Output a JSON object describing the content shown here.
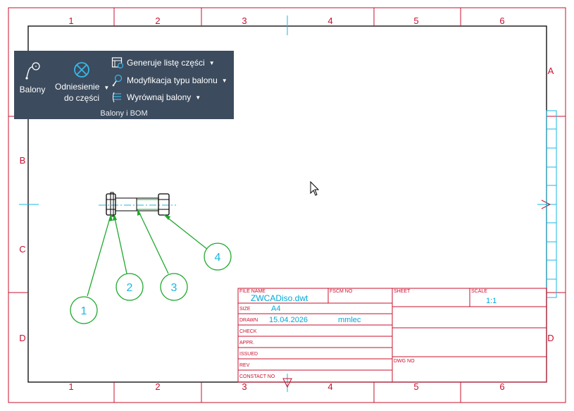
{
  "ribbon": {
    "balloons_label": "Balony",
    "reference_label": "Odniesienie",
    "reference_label2": "do części",
    "generate_list_label": "Generuje listę części",
    "modify_type_label": "Modyfikacja typu balonu",
    "align_label": "Wyrównaj balony",
    "group_label": "Balony i BOM"
  },
  "frame": {
    "top_numbers": [
      "1",
      "2",
      "3",
      "4",
      "5",
      "6"
    ],
    "bottom_numbers": [
      "1",
      "2",
      "3",
      "4",
      "5",
      "6"
    ],
    "left_letters": [
      "B",
      "C",
      "D"
    ],
    "right_letters": [
      "A",
      "D"
    ]
  },
  "title_block": {
    "file_name_label": "FILE NAME",
    "file_name": "ZWCADiso.dwt",
    "fscm_label": "FSCM NO",
    "sheet_label": "SHEET",
    "scale_label": "SCALE",
    "scale": "1:1",
    "size_label": "SIZE",
    "size": "A4",
    "drawn_label": "DRAWN",
    "drawn_date": "15.04.2026",
    "drawn_by": "mmlec",
    "check_label": "CHECK",
    "appr_label": "APPR.",
    "issued_label": "ISSUED",
    "rev_label": "REV",
    "contact_label": "CONSTACT NO",
    "dwg_label": "DWG NO"
  },
  "balloons": [
    "1",
    "2",
    "3",
    "4"
  ],
  "colors": {
    "frame": "#c8102e",
    "balloon": "#1fa82e",
    "text": "#00a8d8",
    "ribbon_bg": "#3c4b5e"
  }
}
